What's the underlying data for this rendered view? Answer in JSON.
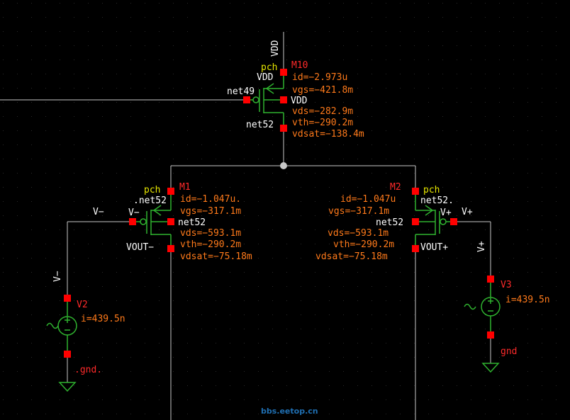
{
  "nets": {
    "vdd_label": "VDD",
    "net49": "net49",
    "net52_top": "net52",
    "vminus_wire": "V−",
    "vplus_wire": "V+",
    "vminus_vert": "V−",
    "vplus_vert": "V+",
    "gnd_left": ".gnd.",
    "gnd_right": "gnd"
  },
  "m10": {
    "name": "M10",
    "type": "pch",
    "body": "VDD",
    "drain_pin": "VDD",
    "params": [
      "id=−2.973u",
      "vgs=−421.8m",
      "vds=−282.9m",
      "vth=−290.2m",
      "vdsat=−138.4m"
    ]
  },
  "m1": {
    "name": "M1",
    "type": "pch",
    "body": ".net52",
    "gate_pin": "V−",
    "source_pin": "net52",
    "drain_pin": "VOUT−",
    "params": [
      "id=−1.047u.",
      "vgs=−317.1m",
      "vds=−593.1m",
      "vth=−290.2m",
      "vdsat=−75.18m"
    ]
  },
  "m2": {
    "name": "M2",
    "type": "pch",
    "body": "net52.",
    "gate_pin": "V+",
    "source_pin": "net52",
    "drain_pin": "VOUT+",
    "params": [
      "id=−1.047u",
      "vgs=−317.1m",
      "vds=−593.1m",
      "vth=−290.2m",
      "vdsat=−75.18m"
    ]
  },
  "v2": {
    "name": "V2",
    "current": "i=439.5n"
  },
  "v3": {
    "name": "V3",
    "current": "i=439.5n"
  },
  "watermark": "bbs.eetop.cn",
  "colors": {
    "background": "#000000",
    "wire": "#c8c8c8",
    "device": "#2fb22f",
    "pin": "#ff0000",
    "params": "#ff7a1a",
    "label": "#ffffff",
    "type": "#e6e600"
  }
}
